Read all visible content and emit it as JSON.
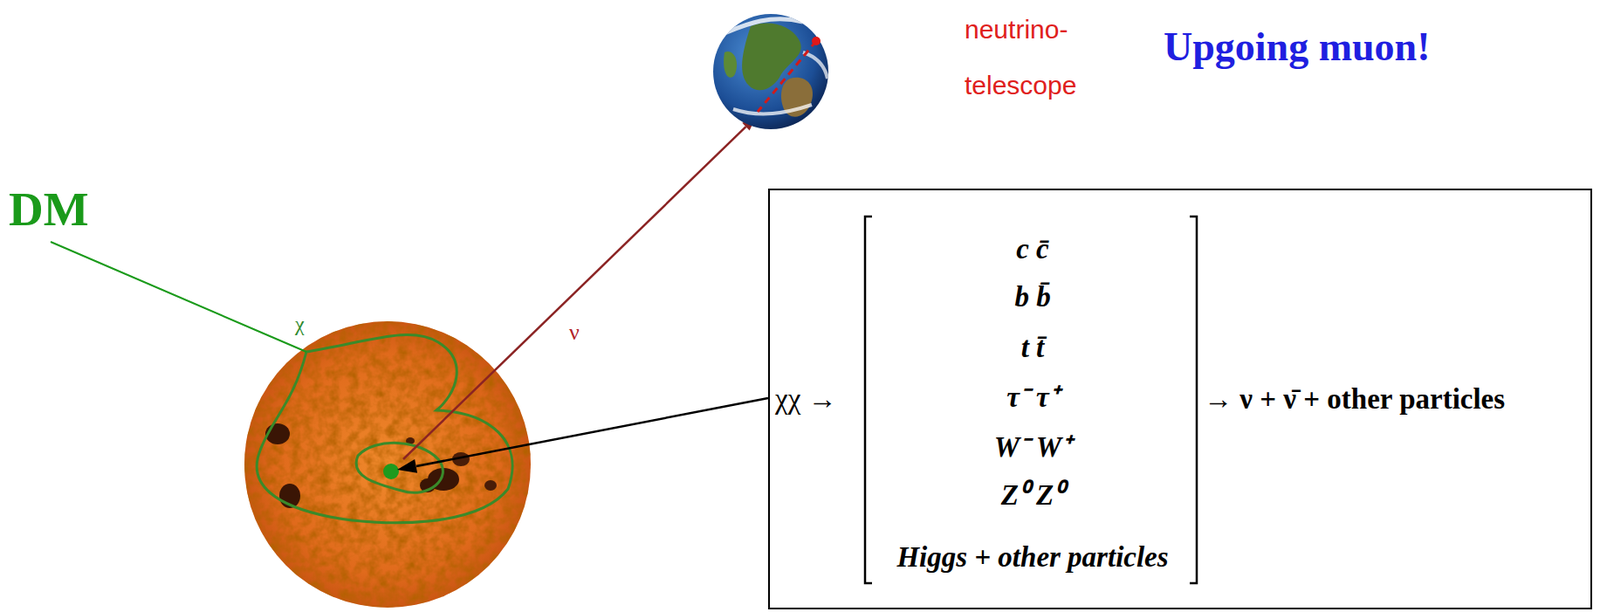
{
  "diagram": {
    "nodes": [
      {
        "text": [
          "χχ →",
          "c c̄",
          "b b̄",
          "t t̄",
          "τ⁻ τ⁺",
          "W⁻ W⁺",
          "Z⁰ Z⁰",
          "Higgs + other particles",
          "→ ν + ν̄ + other particles"
        ]
      }
    ],
    "labels": [
      "neutrino- telescope",
      "Upgoing muon!",
      "DM",
      "χ",
      "ν"
    ]
  }
}
